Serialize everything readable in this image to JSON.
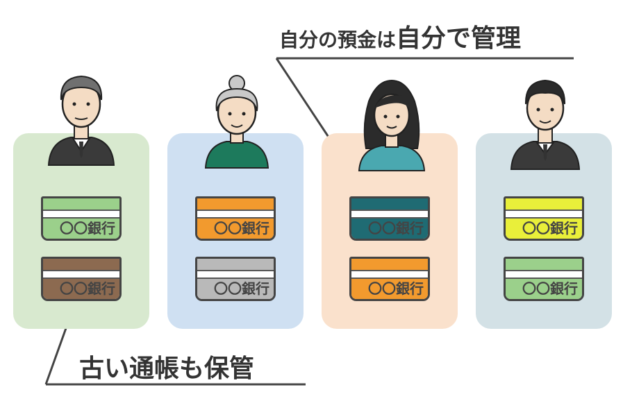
{
  "captions": {
    "top": {
      "prefix": "自分の預金は",
      "emphasis": "自分で管理"
    },
    "bottom": "古い通帳も保管"
  },
  "people": [
    {
      "id": "elderly-man",
      "panel_color": "#d8e9cf",
      "passbooks": [
        {
          "top_color": "#9bd08b",
          "bottom_color": "#9bd08b",
          "label": "〇〇銀行"
        },
        {
          "top_color": "#8c6a50",
          "bottom_color": "#8c6a50",
          "label": "〇〇銀行"
        }
      ]
    },
    {
      "id": "elderly-woman",
      "panel_color": "#cfe0f2",
      "passbooks": [
        {
          "top_color": "#f29a2e",
          "bottom_color": "#f29a2e",
          "label": "〇〇銀行"
        },
        {
          "top_color": "#b9b9b9",
          "bottom_color": "#b9b9b9",
          "label": "〇〇銀行"
        }
      ]
    },
    {
      "id": "young-woman",
      "panel_color": "#fae1cc",
      "passbooks": [
        {
          "top_color": "#1f6b73",
          "bottom_color": "#1f6b73",
          "label": "〇〇銀行"
        },
        {
          "top_color": "#f29a2e",
          "bottom_color": "#f29a2e",
          "label": "〇〇銀行"
        }
      ]
    },
    {
      "id": "young-man",
      "panel_color": "#d3e1e6",
      "passbooks": [
        {
          "top_color": "#e9ef3a",
          "bottom_color": "#e9ef3a",
          "label": "〇〇銀行"
        },
        {
          "top_color": "#9bd08b",
          "bottom_color": "#9bd08b",
          "label": "〇〇銀行"
        }
      ]
    }
  ]
}
